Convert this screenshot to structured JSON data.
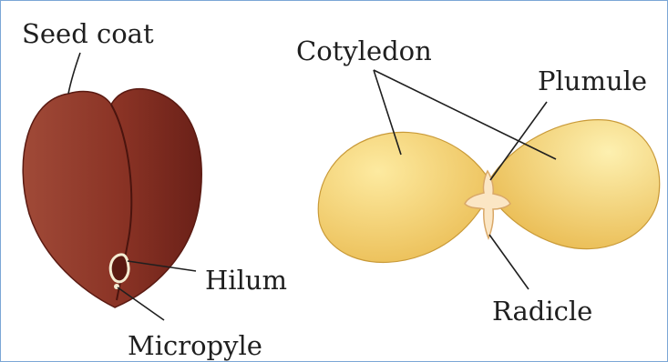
{
  "diagram": {
    "labels": {
      "seed_coat": "Seed coat",
      "hilum": "Hilum",
      "micropyle": "Micropyle",
      "cotyledon": "Cotyledon",
      "plumule": "Plumule",
      "radicle": "Radicle"
    },
    "colors": {
      "seed_dark": "#6a2018",
      "seed_light": "#a04a38",
      "cotyledon_light": "#fdeaa0",
      "cotyledon_dark": "#e8b74a",
      "embryo_axis": "#fbe6c4",
      "line": "#1f1f1f",
      "border": "#7ba6d6"
    }
  }
}
